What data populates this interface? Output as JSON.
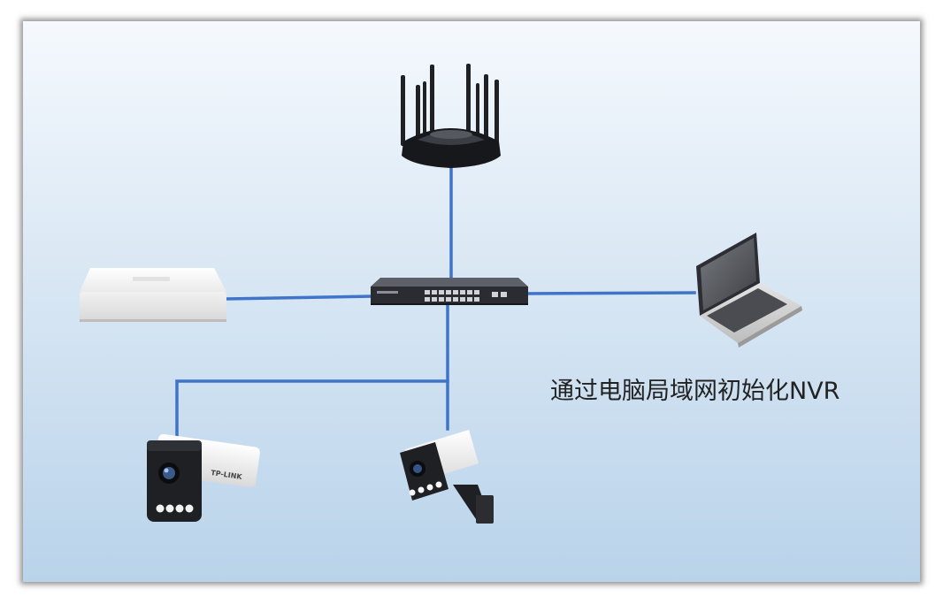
{
  "caption": "通过电脑局域网初始化NVR",
  "camera_brand": "TP-LINK",
  "nodes": [
    {
      "id": "router",
      "icon": "wireless-router-icon"
    },
    {
      "id": "switch",
      "icon": "network-switch-icon"
    },
    {
      "id": "nvr",
      "icon": "nvr-recorder-icon"
    },
    {
      "id": "laptop",
      "icon": "laptop-icon"
    },
    {
      "id": "bullet-camera",
      "icon": "bullet-camera-icon"
    },
    {
      "id": "bracket-camera",
      "icon": "bracket-camera-icon"
    }
  ],
  "connections": [
    {
      "from": "switch",
      "to": "router"
    },
    {
      "from": "switch",
      "to": "nvr"
    },
    {
      "from": "switch",
      "to": "laptop"
    },
    {
      "from": "switch",
      "to": "bullet-camera"
    },
    {
      "from": "switch",
      "to": "bracket-camera"
    }
  ],
  "colors": {
    "link": "#3f74c9",
    "device_dark": "#1e2024",
    "device_light": "#f4f4f4"
  }
}
